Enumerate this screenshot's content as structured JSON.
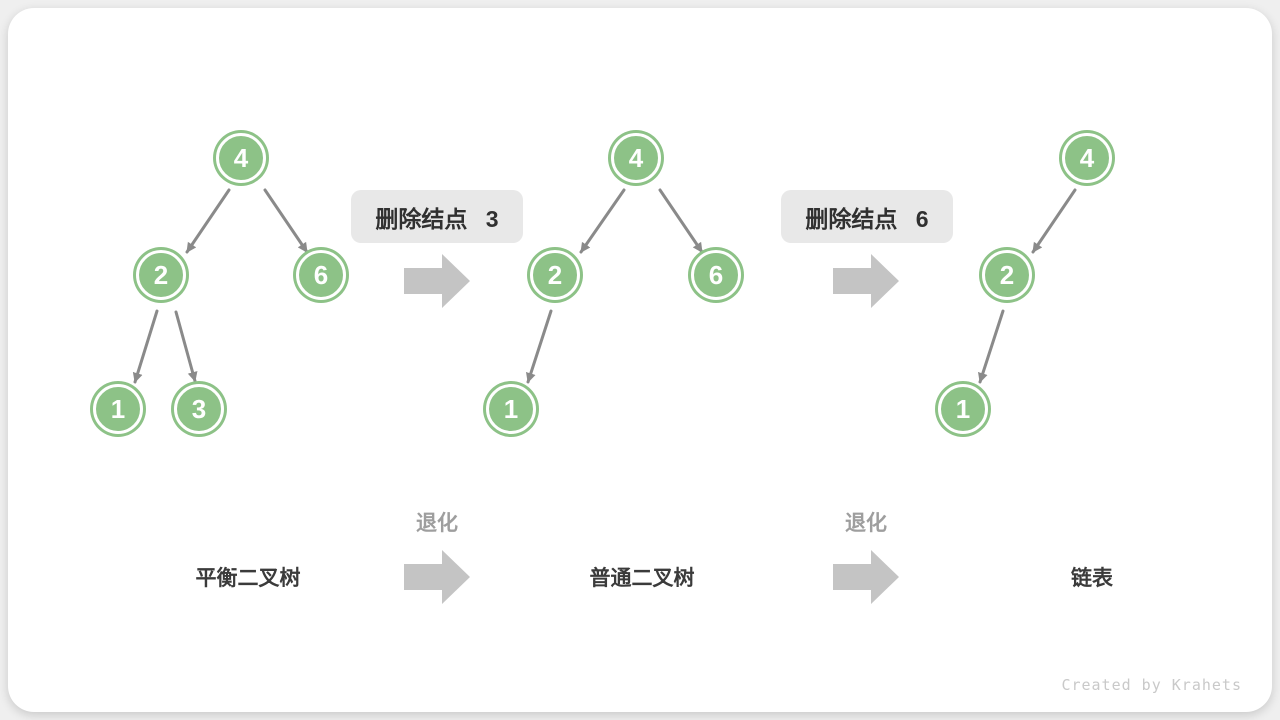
{
  "figure": {
    "credit": "Created by Krahets"
  },
  "colors": {
    "canvas_bg": "#EFEFEF",
    "card_bg": "#FFFFFF",
    "node_fill": "#8DC287",
    "edge_gray": "#8A8A8A",
    "block_arrow_gray": "#C4C4C4",
    "label_box_bg": "#E8E8E8",
    "dark_text": "#303030",
    "muted_text": "#9E9E9E"
  },
  "steps": [
    {
      "label": "删除结点 3"
    },
    {
      "label": "删除结点 6"
    }
  ],
  "degrade": {
    "label": "退化"
  },
  "trees": [
    {
      "name": "平衡二叉树",
      "nodes": [
        {
          "value": "4"
        },
        {
          "value": "2"
        },
        {
          "value": "6"
        },
        {
          "value": "1"
        },
        {
          "value": "3"
        }
      ]
    },
    {
      "name": "普通二叉树",
      "nodes": [
        {
          "value": "4"
        },
        {
          "value": "2"
        },
        {
          "value": "6"
        },
        {
          "value": "1"
        }
      ]
    },
    {
      "name": "链表",
      "nodes": [
        {
          "value": "4"
        },
        {
          "value": "2"
        },
        {
          "value": "1"
        }
      ]
    }
  ]
}
